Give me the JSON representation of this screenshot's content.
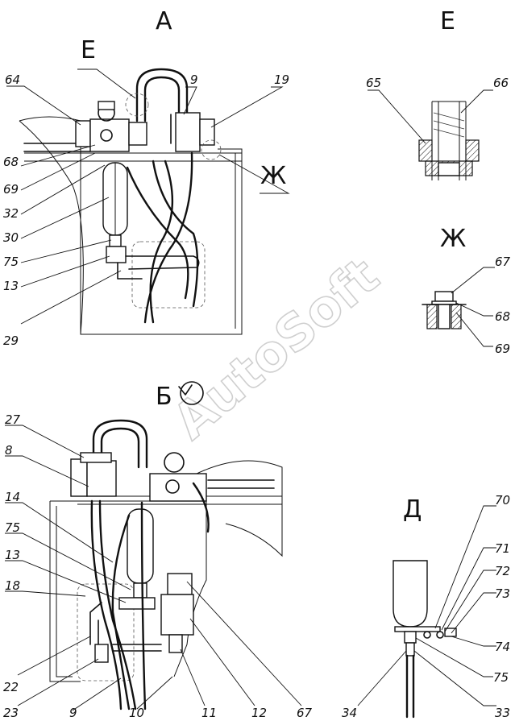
{
  "views": {
    "a": "А",
    "b": "Б",
    "e": "Е",
    "zh": "Ж",
    "d": "Д",
    "e_ref": "Е",
    "zh_ref": "Ж"
  },
  "watermark": "AutoSoft",
  "labels_a": {
    "l64": "64",
    "l9": "9",
    "l19": "19",
    "l68": "68",
    "l69": "69",
    "l32": "32",
    "l30": "30",
    "l75": "75",
    "l13": "13",
    "l29": "29"
  },
  "labels_e": {
    "l65": "65",
    "l66": "66"
  },
  "labels_zh": {
    "l67": "67",
    "l68": "68",
    "l69": "69"
  },
  "labels_b": {
    "l27": "27",
    "l8": "8",
    "l14": "14",
    "l75": "75",
    "l13": "13",
    "l18": "18",
    "l22": "22",
    "l23": "23",
    "l9": "9",
    "l10": "10",
    "l11": "11",
    "l12": "12",
    "l67": "67"
  },
  "labels_d": {
    "l70": "70",
    "l71": "71",
    "l72": "72",
    "l73": "73",
    "l74": "74",
    "l75": "75",
    "l34": "34",
    "l33": "33"
  }
}
